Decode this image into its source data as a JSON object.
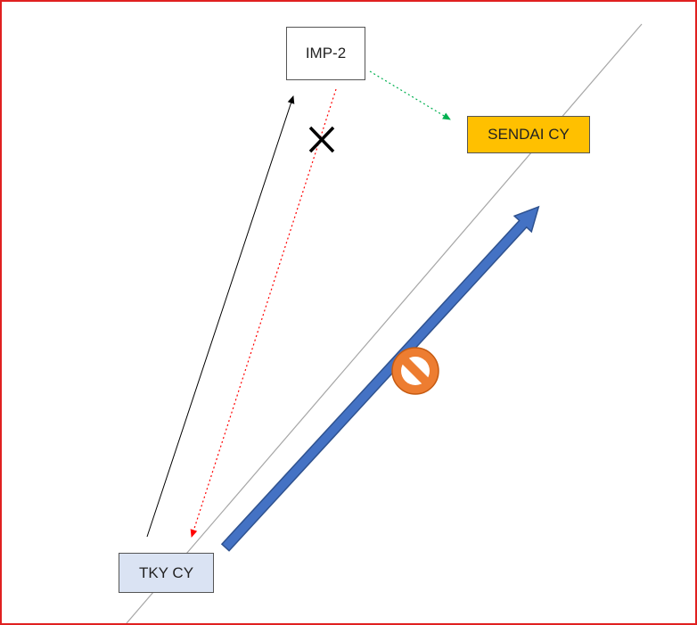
{
  "nodes": {
    "imp": {
      "label": "IMP-2"
    },
    "sendai": {
      "label": "SENDAI CY",
      "fill": "#FFC000"
    },
    "tky": {
      "label": "TKY CY",
      "fill": "#DAE3F3"
    }
  },
  "connectors": {
    "trunk_line": {
      "color": "#A6A6A6",
      "style": "solid"
    },
    "tky_to_imp": {
      "color": "#000000",
      "style": "solid-arrow"
    },
    "imp_to_tky": {
      "color": "#FF0000",
      "style": "dotted-arrow",
      "status": "blocked"
    },
    "imp_to_sendai": {
      "color": "#00B050",
      "style": "dotted-arrow"
    },
    "tky_to_sendai": {
      "color": "#4472C4",
      "style": "block-arrow",
      "status": "prohibited"
    }
  },
  "icons": {
    "cross": "cross-icon",
    "prohibited": "prohibited-icon",
    "prohibited_color": "#ED7D31"
  }
}
